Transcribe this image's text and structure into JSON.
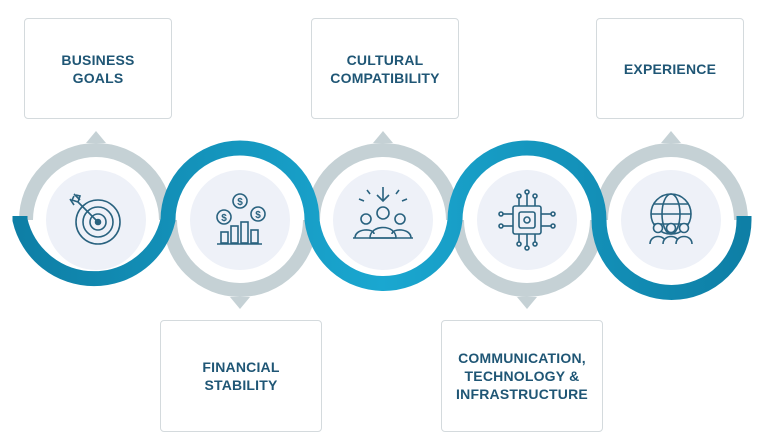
{
  "cards": [
    {
      "label": "BUSINESS\nGOALS"
    },
    {
      "label": "FINANCIAL\nSTABILITY"
    },
    {
      "label": "CULTURAL\nCOMPATIBILITY"
    },
    {
      "label": "COMMUNICATION,\nTECHNOLOGY &\nINFRASTRUCTURE"
    },
    {
      "label": "EXPERIENCE"
    }
  ],
  "icons": [
    "target-icon",
    "dollar-bar-chart-icon",
    "team-download-icon",
    "cpu-chip-icon",
    "globe-people-icon"
  ],
  "colors": {
    "teal_dark": "#0e7fa6",
    "teal_light": "#1fa8cf",
    "ring_gray": "#c5d1d5",
    "circle_fill": "#eef1f8",
    "icon_stroke": "#29627f",
    "text": "#1f5675"
  }
}
